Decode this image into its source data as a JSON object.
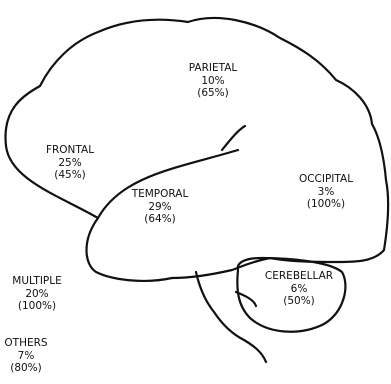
{
  "regions": {
    "parietal": {
      "name": "PARIETAL",
      "pct": "10%",
      "paren": "(65%)"
    },
    "frontal": {
      "name": "FRONTAL",
      "pct": "25%",
      "paren": "(45%)"
    },
    "occipital": {
      "name": "OCCIPITAL",
      "pct": "3%",
      "paren": "(100%)"
    },
    "temporal": {
      "name": "TEMPORAL",
      "pct": "29%",
      "paren": "(64%)"
    },
    "cerebellar": {
      "name": "CEREBELLAR",
      "pct": "6%",
      "paren": "(50%)"
    },
    "multiple": {
      "name": "MULTIPLE",
      "pct": "20%",
      "paren": "(100%)"
    },
    "others": {
      "name": "OTHERS",
      "pct": "7%",
      "paren": "(80%)"
    }
  },
  "colors": {
    "outline": "#111111",
    "background": "#ffffff"
  }
}
